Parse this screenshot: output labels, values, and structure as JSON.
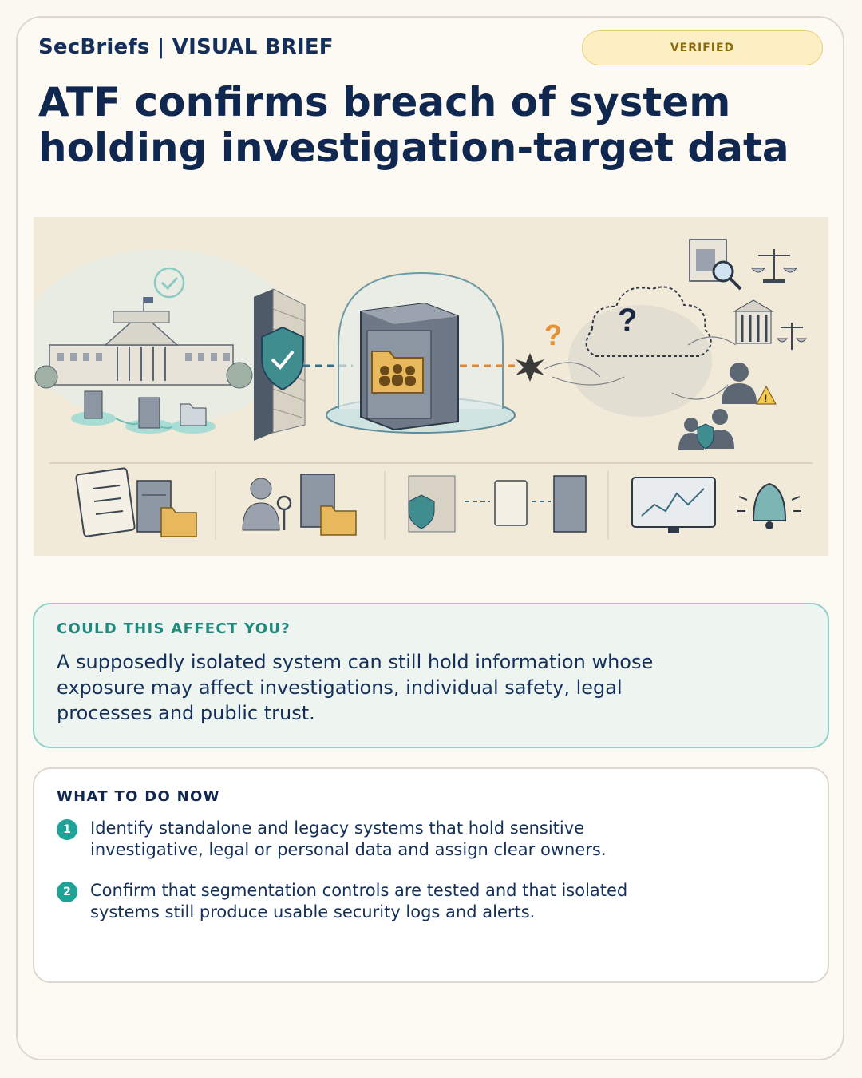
{
  "header": {
    "brand": "SecBriefs | VISUAL BRIEF",
    "badge": "VERIFIED",
    "title": "ATF confirms breach of system holding investigation-target data"
  },
  "illustration": {
    "scene_icons": [
      "government-building-icon",
      "checkmark-icon",
      "server-icon",
      "folder-icon",
      "firewall-icon",
      "shield-check-icon",
      "server-in-dome-icon",
      "people-folder-icon",
      "spark-icon",
      "question-icon",
      "cloud-icon",
      "document-search-icon",
      "scales-icon",
      "courthouse-icon",
      "person-warning-icon",
      "group-shield-icon"
    ],
    "bottom_row_icons": [
      "clipboard-checklist-icon",
      "server-icon",
      "people-folder-icon",
      "user-key-icon",
      "server-icon",
      "people-folder-icon",
      "firewall-shield-icon",
      "checklist-icon",
      "server-icon",
      "monitor-chart-icon",
      "bell-alert-icon"
    ]
  },
  "affect": {
    "heading": "COULD THIS AFFECT YOU?",
    "body": "A supposedly isolated system can still hold information whose exposure may affect investigations, individual safety, legal processes and public trust."
  },
  "todo": {
    "heading": "WHAT TO DO NOW",
    "steps": [
      {
        "num": "1",
        "text": "Identify standalone and legacy systems that hold sensitive investigative, legal or personal data and assign clear owners."
      },
      {
        "num": "2",
        "text": "Confirm that segmentation controls are tested and that isolated systems still produce usable security logs and alerts."
      }
    ]
  },
  "colors": {
    "navy": "#10284f",
    "teal": "#1fa396",
    "badge_bg": "#fcefc3",
    "folder": "#e7b95c",
    "accent_orange": "#e0913a"
  }
}
